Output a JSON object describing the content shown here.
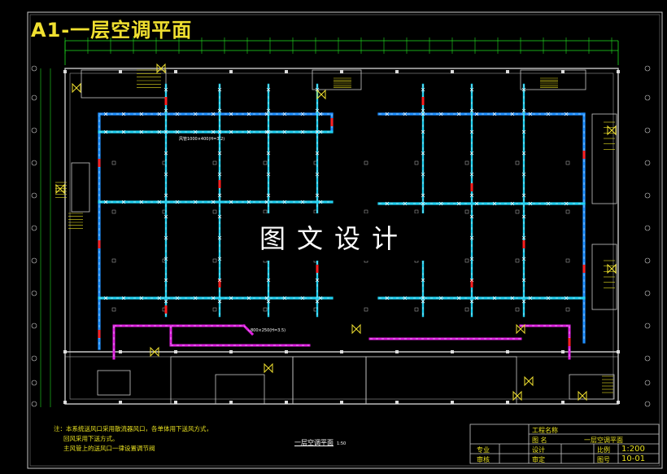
{
  "sheet_title": "A1-一层空调平面",
  "watermark": "图文设计",
  "duct_label_1": "风管1000×400(H=3.2)",
  "duct_label_2": "800×250(H=3.5)",
  "notes": [
    "注：本系统送风口采用散流器风口，各单体用下送风方式，",
    "回风采用下送方式。",
    "主风管上的送风口一律设置调节阀"
  ],
  "drawing_caption": "一层空调平面",
  "drawing_scale": "1:50",
  "title_block": {
    "project_label": "工程名称",
    "drawing_label": "图  名",
    "drawing_name": "一层空调平面",
    "major_label": "专业",
    "design_label": "设计",
    "scale_label": "比例",
    "scale_value": "1:200",
    "check_label": "审核",
    "review_label": "审定",
    "number_label": "图号",
    "number_value": "10-01"
  },
  "colors": {
    "background": "#000000",
    "wall": "#c8c8c8",
    "dimension": "#20e020",
    "duct_main": "#2090ff",
    "duct_branch": "#20d0f0",
    "damper": "#ff2020",
    "header_duct": "#e020e0",
    "fan_unit": "#f0e030"
  }
}
